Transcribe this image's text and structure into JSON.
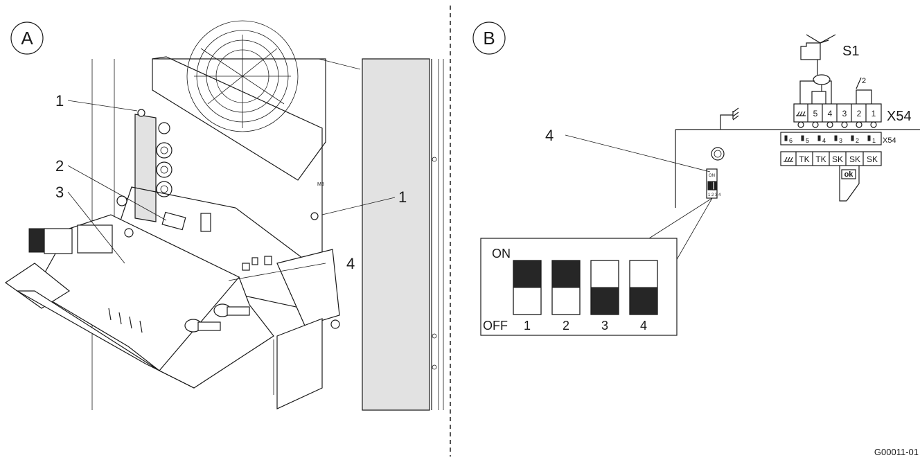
{
  "panel_a": {
    "letter": "A",
    "callouts": [
      "1",
      "2",
      "3",
      "1",
      "4"
    ]
  },
  "panel_b": {
    "letter": "B",
    "switch_label": "S1",
    "connector_label": "X54",
    "connector_sub_label": "X54",
    "callout": "4",
    "terminal_numbers": [
      "5",
      "4",
      "3",
      "2",
      "1"
    ],
    "branch_number": "2",
    "pin_labels": [
      "6",
      "5",
      "4",
      "3",
      "2",
      "1"
    ],
    "function_labels": [
      "TK",
      "TK",
      "SK",
      "SK",
      "SK"
    ],
    "ok_label": "ok",
    "small_dip": {
      "on_label": "ON",
      "numbers": "1 2 3 4"
    },
    "dip_enlarged": {
      "on_label": "ON",
      "off_label": "OFF",
      "switches": [
        {
          "number": "1",
          "position": "ON"
        },
        {
          "number": "2",
          "position": "ON"
        },
        {
          "number": "3",
          "position": "OFF"
        },
        {
          "number": "4",
          "position": "OFF"
        }
      ]
    }
  },
  "figure_code": "G00011-01"
}
